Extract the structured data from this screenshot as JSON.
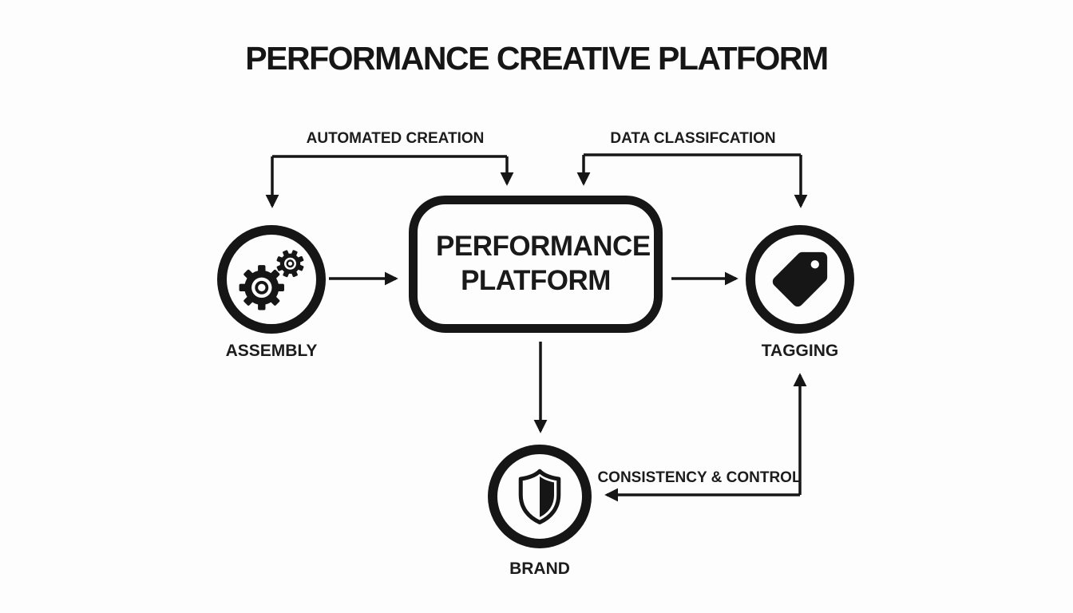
{
  "title": "PERFORMANCE CREATIVE PLATFORM",
  "center_node": {
    "label": "PERFORMANCE PLATFORM"
  },
  "nodes": {
    "assembly": {
      "label": "ASSEMBLY",
      "icon": "gears-icon"
    },
    "tagging": {
      "label": "TAGGING",
      "icon": "tag-icon"
    },
    "brand": {
      "label": "BRAND",
      "icon": "shield-icon"
    }
  },
  "connectors": {
    "automated_creation": {
      "label": "AUTOMATED CREATION",
      "from": "PERFORMANCE PLATFORM",
      "to": "ASSEMBLY"
    },
    "data_classifcation": {
      "label": "DATA CLASSIFCATION",
      "from": "TAGGING",
      "to": "PERFORMANCE PLATFORM"
    },
    "consistency_control": {
      "label": "CONSISTENCY & CONTROL",
      "from": "TAGGING",
      "to": "BRAND"
    }
  },
  "colors": {
    "ink": "#161616",
    "background": "#fdfdfd"
  }
}
